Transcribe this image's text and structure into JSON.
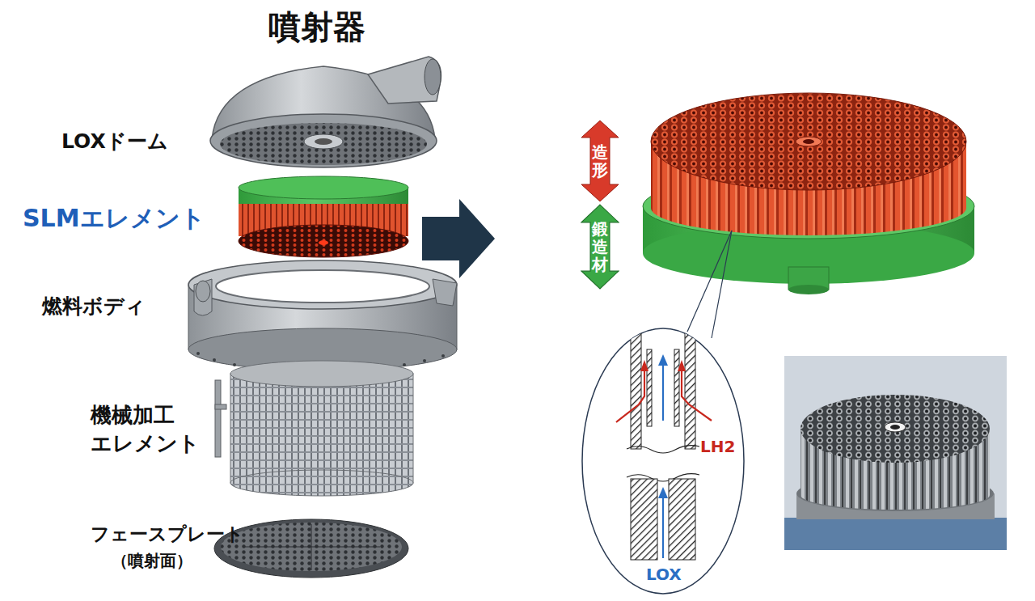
{
  "diagram": {
    "title": "噴射器",
    "nodes": [
      {
        "text": [
          "造形"
        ]
      },
      {
        "text": [
          "鍛造材"
        ]
      }
    ],
    "labels": [
      "LOXドーム",
      "SLMエレメント",
      "燃料ボディ",
      "機械加工 エレメント",
      "フェースプレート",
      "（噴射面）",
      "LH2",
      "LOX"
    ]
  }
}
